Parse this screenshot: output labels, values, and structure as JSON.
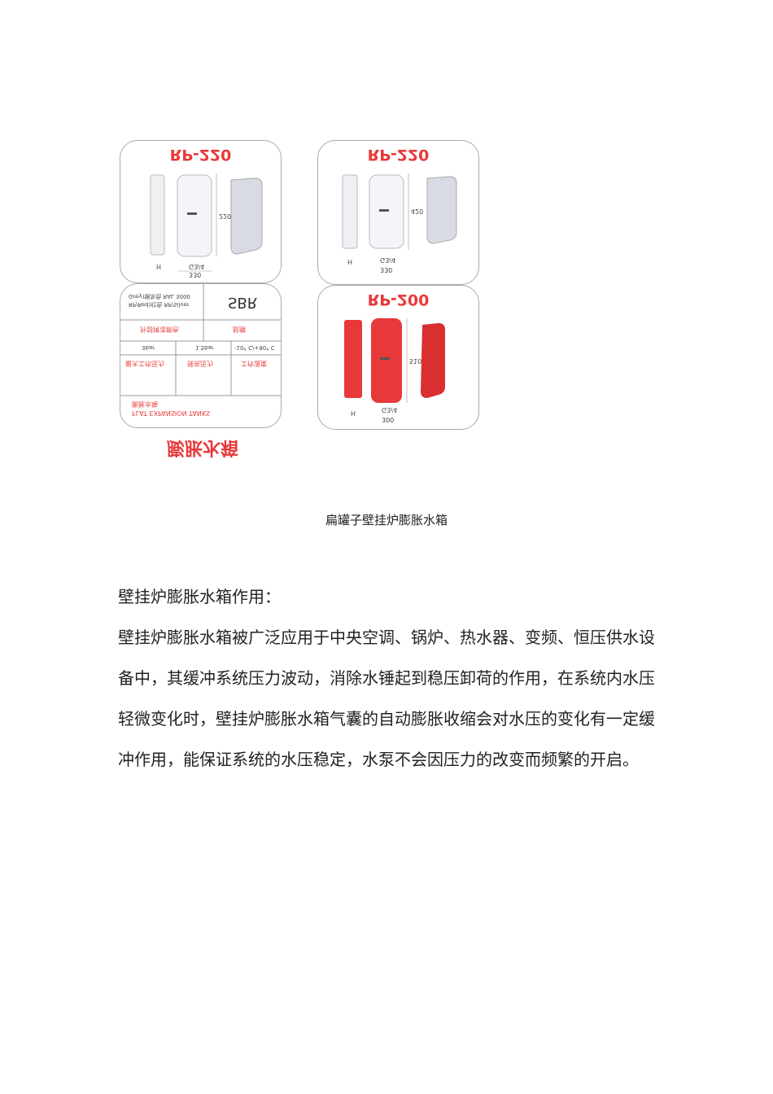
{
  "figure": {
    "cards": [
      {
        "model": "RP-220",
        "dim_height": "220",
        "dim_width": "330",
        "dim_h": "H",
        "fitting": "G3/4"
      },
      {
        "model": "RP-220",
        "dim_height": "420",
        "dim_width": "330",
        "dim_h": "H",
        "fitting": "G3/4"
      },
      {
        "model": "RP-200",
        "dim_height": "510",
        "dim_width": "300",
        "dim_h": "H",
        "fitting": "G3/4"
      }
    ],
    "spec": {
      "color_text": "RP/Red)红色 RP/Silver Grey)银灰色 RAL 3000",
      "membrane_value": "SBR",
      "color_label": "外部烤漆颜色",
      "membrane_label": "胶膜",
      "max_pressure": "3bar",
      "precharge": "1.5bar",
      "temp": "-10° C/+90° C",
      "max_pressure_label": "最大工作压力",
      "precharge_label": "预充压力",
      "temp_label": "工作温度",
      "footer_cn": "膨胀水箱",
      "footer_en": "FLAT EXPANSION TANKS"
    },
    "big_title": "膨胀水箱",
    "tank_colors": {
      "silver": "#e6e8ee",
      "red": "#e8393a"
    }
  },
  "caption": "扁罐子壁挂炉膨胀水箱",
  "heading": "壁挂炉膨胀水箱作用：",
  "body": "壁挂炉膨胀水箱被广泛应用于中央空调、锅炉、热水器、变频、恒压供水设备中，其缓冲系统压力波动，消除水锤起到稳压卸荷的作用，在系统内水压轻微变化时，壁挂炉膨胀水箱气囊的自动膨胀收缩会对水压的变化有一定缓冲作用，能保证系统的水压稳定，水泵不会因压力的改变而频繁的开启。"
}
